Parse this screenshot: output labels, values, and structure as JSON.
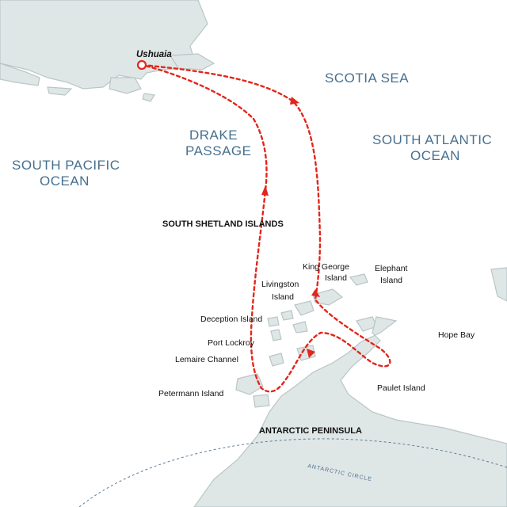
{
  "map": {
    "colors": {
      "route": "#e3261c",
      "ocean_label": "#47708f",
      "land": "#dfe6e6",
      "coast": "#b9c6c6",
      "water": "#ffffff"
    },
    "ocean_labels": {
      "scotia": "SCOTIA SEA",
      "drake_1": "DRAKE",
      "drake_2": "PASSAGE",
      "south_atlantic_1": "SOUTH ATLANTIC",
      "south_atlantic_2": "OCEAN",
      "south_pacific_1": "SOUTH PACIFIC",
      "south_pacific_2": "OCEAN"
    },
    "places": {
      "ushuaia": "Ushuaia",
      "south_shetland": "SOUTH SHETLAND ISLANDS",
      "king_george_1": "King George",
      "king_george_2": "Island",
      "elephant_1": "Elephant",
      "elephant_2": "Island",
      "livingston_1": "Livingston",
      "livingston_2": "Island",
      "deception": "Deception Island",
      "port_lockroy": "Port Lockroy",
      "hope_bay": "Hope Bay",
      "lemaire": "Lemaire Channel",
      "paulet": "Paulet Island",
      "petermann": "Petermann Island",
      "antarctic_peninsula": "ANTARCTIC PENINSULA"
    },
    "antarctic_circle": "ANTARCTIC CIRCLE",
    "icons": [
      "port-marker-icon",
      "route-arrow-icon"
    ]
  }
}
